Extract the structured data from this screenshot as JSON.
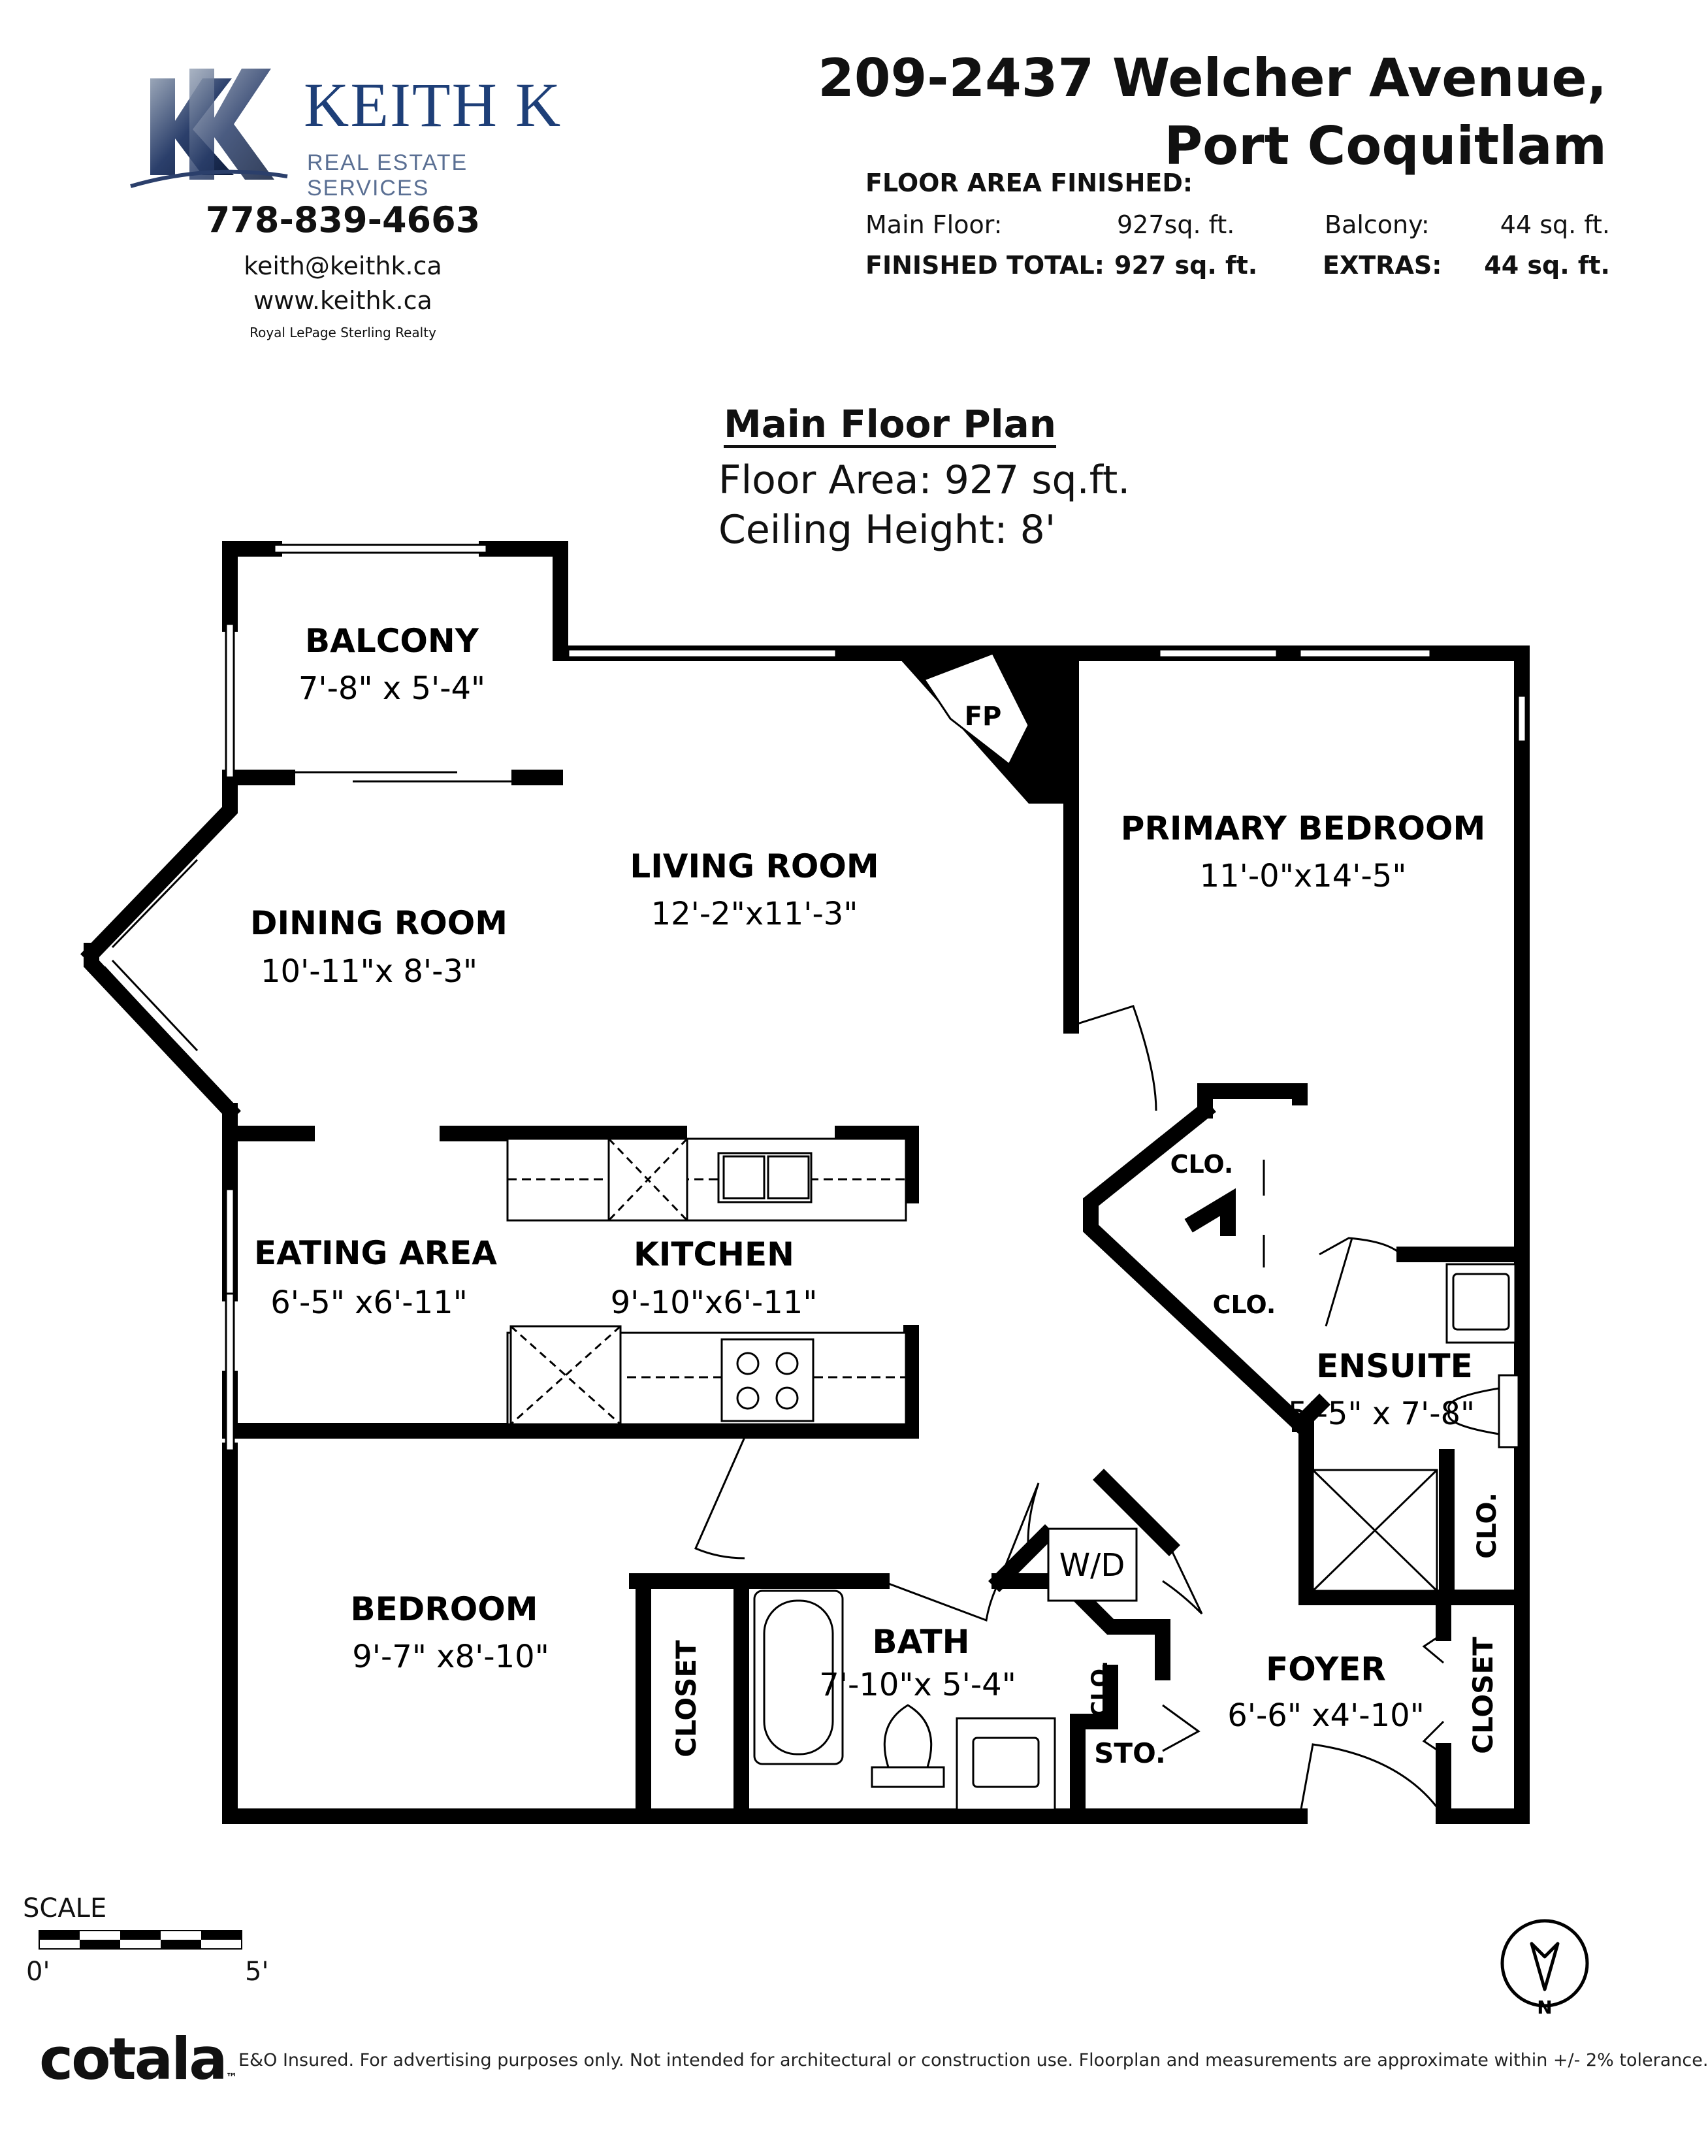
{
  "header": {
    "logo": {
      "icon": "kk-monogram-icon",
      "wordmark": "KEITH K",
      "tagline": "REAL ESTATE SERVICES"
    },
    "contact": {
      "phone": "778-839-4663",
      "email": "keith@keithk.ca",
      "website": "www.keithk.ca",
      "brokerage": "Royal LePage Sterling Realty"
    },
    "address": {
      "line1": "209-2437 Welcher Avenue,",
      "line2": "Port Coquitlam"
    },
    "floor_area": {
      "heading": "FLOOR AREA FINISHED:",
      "main_floor_label": "Main Floor:",
      "main_floor_value": "927",
      "main_floor_unit": "sq. ft.",
      "balcony_label": "Balcony:",
      "balcony_value": "44 sq. ft.",
      "finished_total_label": "FINISHED TOTAL:",
      "finished_total_value": "927 sq. ft.",
      "extras_label": "EXTRAS:",
      "extras_value": "44 sq. ft."
    }
  },
  "plan": {
    "title": "Main Floor Plan",
    "floor_area": "Floor Area: 927 sq.ft.",
    "ceiling_height": "Ceiling Height: 8'",
    "rooms": {
      "balcony": {
        "name": "BALCONY",
        "dims": "7'-8\" x 5'-4\""
      },
      "living": {
        "name": "LIVING ROOM",
        "dims": "12'-2\"x11'-3\""
      },
      "dining": {
        "name": "DINING ROOM",
        "dims": "10'-11\"x 8'-3\""
      },
      "primary": {
        "name": "PRIMARY BEDROOM",
        "dims": "11'-0\"x14'-5\""
      },
      "eating": {
        "name": "EATING AREA",
        "dims": "6'-5\" x6'-11\""
      },
      "kitchen": {
        "name": "KITCHEN",
        "dims": "9'-10\"x6'-11\""
      },
      "ensuite": {
        "name": "ENSUITE",
        "dims": "5'-5\" x 7'-8\""
      },
      "bedroom": {
        "name": "BEDROOM",
        "dims": "9'-7\" x8'-10\""
      },
      "bath": {
        "name": "BATH",
        "dims": "7'-10\"x 5'-4\""
      },
      "foyer": {
        "name": "FOYER",
        "dims": "6'-6\" x4'-10\""
      }
    },
    "labels": {
      "fireplace": "FP",
      "closet_short": "CLO.",
      "closet": "CLOSET",
      "storage": "STO.",
      "washer_dryer": "W/D"
    }
  },
  "scale": {
    "title": "SCALE",
    "start": "0'",
    "end": "5'"
  },
  "compass": {
    "icon": "north-arrow-icon",
    "letter": "N"
  },
  "footer": {
    "brand": "cotala",
    "trademark": "™",
    "disclaimer": "E&O Insured. For advertising purposes only. Not intended for architectural or construction use. Floorplan and measurements are approximate within +/- 2% tolerance."
  }
}
